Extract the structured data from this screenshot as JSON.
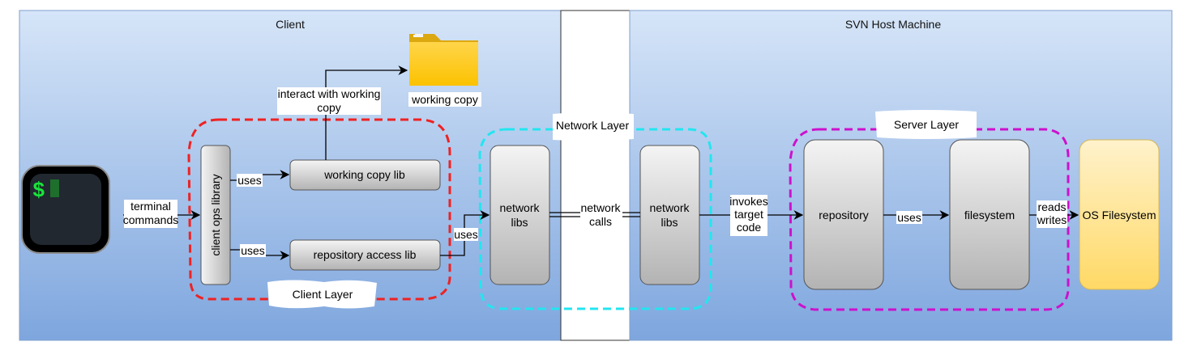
{
  "zones": {
    "client": {
      "title": "Client"
    },
    "host": {
      "title": "SVN Host Machine"
    }
  },
  "groups": {
    "client_layer": {
      "label": "Client Layer",
      "color": "#ee2222"
    },
    "network_layer": {
      "label": "Network Layer",
      "color": "#22e6f0"
    },
    "server_layer": {
      "label": "Server Layer",
      "color": "#cc11cc"
    }
  },
  "nodes": {
    "terminal": {
      "icon": "terminal-icon",
      "prompt": "$"
    },
    "working_copy": {
      "icon": "folder-icon",
      "label": "working copy"
    },
    "client_ops": {
      "label": "client ops library"
    },
    "working_copy_lib": {
      "label": "working copy lib"
    },
    "repo_access_lib": {
      "label": "repository access lib"
    },
    "network_libs_client": {
      "label1": "network",
      "label2": "libs"
    },
    "network_libs_server": {
      "label1": "network",
      "label2": "libs"
    },
    "repository": {
      "label": "repository"
    },
    "filesystem": {
      "label": "filesystem"
    },
    "os_filesystem": {
      "label": "OS Filesystem"
    }
  },
  "edges": {
    "terminal_commands": {
      "line1": "terminal",
      "line2": "commands"
    },
    "interact": {
      "line1": "interact with working",
      "line2": "copy"
    },
    "uses_wc": "uses",
    "uses_repo": "uses",
    "uses_net": "uses",
    "network_calls": {
      "line1": "network",
      "line2": "calls"
    },
    "invokes": {
      "line1": "invokes",
      "line2": "target",
      "line3": "code"
    },
    "uses_fs": "uses",
    "reads_writes": {
      "line1": "reads",
      "line2": "writes"
    }
  },
  "colors": {
    "zone_top": "#d6e5f8",
    "zone_bottom": "#7ea6de",
    "box_top": "#f4f4f4",
    "box_bottom": "#b5b5b5",
    "os_top": "#fff2cc",
    "os_bottom": "#ffd966"
  }
}
